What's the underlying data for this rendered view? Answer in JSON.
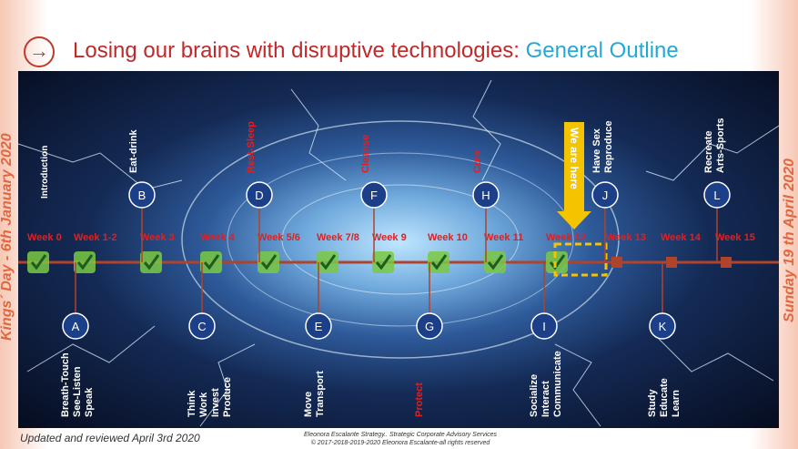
{
  "header": {
    "title_main": "Losing our brains with disruptive technologies: ",
    "title_accent": "General Outline",
    "nav_icon": "arrow-right-circle-icon"
  },
  "sides": {
    "left": "Kings´ Day - 6th January 2020",
    "right": "Sunday  19 th April 2020"
  },
  "timeline": {
    "weeks": [
      "Week 0",
      "Week 1-2",
      "Week 3",
      "Week 4",
      "Week 5/6",
      "Week 7/8",
      "Week 9",
      "Week 10",
      "Week 11",
      "Week 12",
      "Week 13",
      "Week 14",
      "Week 15"
    ],
    "completed_count": 10,
    "marker": "We are here"
  },
  "topics_above": [
    {
      "letter": "B",
      "text": "Eat-drink",
      "red": false
    },
    {
      "letter": "D",
      "text": "Rest-Sleep",
      "red": true
    },
    {
      "letter": "F",
      "text": "Cleanse",
      "red": true
    },
    {
      "letter": "H",
      "text": "Cure",
      "red": true
    },
    {
      "letter": "J",
      "text": "Have Sex\nReproduce",
      "red": false
    },
    {
      "letter": "L",
      "text": "Recreate\nArts-Sports",
      "red": false
    }
  ],
  "topics_below": [
    {
      "letter": "A",
      "text": "Breath-Touch\nSee-Listen\nSpeak",
      "red": false
    },
    {
      "letter": "C",
      "text": "Think\nWork\nInvest\nProduce",
      "red": false
    },
    {
      "letter": "E",
      "text": "Move\nTransport",
      "red": false
    },
    {
      "letter": "G",
      "text": "Protect",
      "red": true
    },
    {
      "letter": "I",
      "text": "Socialize\nInteract\nCommunicate",
      "red": false
    },
    {
      "letter": "K",
      "text": "Study\nEducate\nLearn",
      "red": false
    }
  ],
  "intro": "Introduction",
  "footer": {
    "left": "Updated and reviewed April 3rd 2020",
    "line1": "Eleonora Escalante Strategy.. Strategic Corporate Advisory Services",
    "line2": "© 2017-2018-2019-2020  Eleonora Escalante-all rights reserved"
  },
  "colors": {
    "accent_red": "#c0282a",
    "accent_blue": "#23a8d8",
    "node_blue": "#1c3f8a",
    "check_green": "#7ac943",
    "marker_yellow": "#f5c400",
    "timeline_line": "#b0432b"
  }
}
